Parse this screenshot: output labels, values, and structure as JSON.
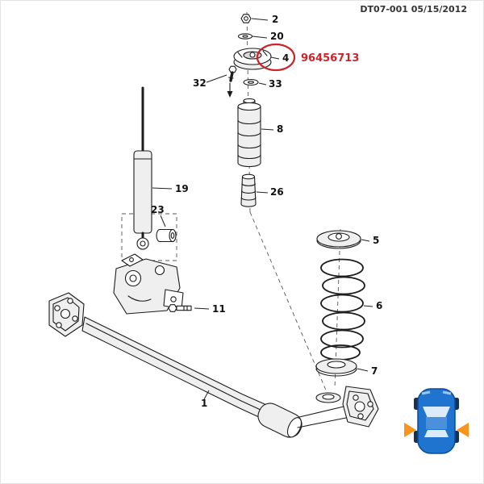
{
  "header": {
    "doc_ref": "DT07-001 05/15/2012"
  },
  "highlight": {
    "part_number": "96456713",
    "color": "#c9252b"
  },
  "callouts": {
    "mount_nut": "2",
    "mount_washer_top": "20",
    "strut_mount": "4",
    "bolt": "32",
    "mount_washer_lower": "33",
    "dust_boot": "8",
    "shock_absorber": "19",
    "bushing": "23",
    "bump_stopper": "26",
    "upper_spring_seat": "5",
    "coil_spring": "6",
    "lower_spring_seat": "7",
    "shock_lower_bolt": "11",
    "rear_axle": "1"
  },
  "colors": {
    "line": "#1c1c1c",
    "highlight": "#c9252b",
    "car_body": "#1f74d0",
    "car_roof": "#4a90dd",
    "car_glass": "#dcebfa",
    "arrow": "#f7941d"
  }
}
